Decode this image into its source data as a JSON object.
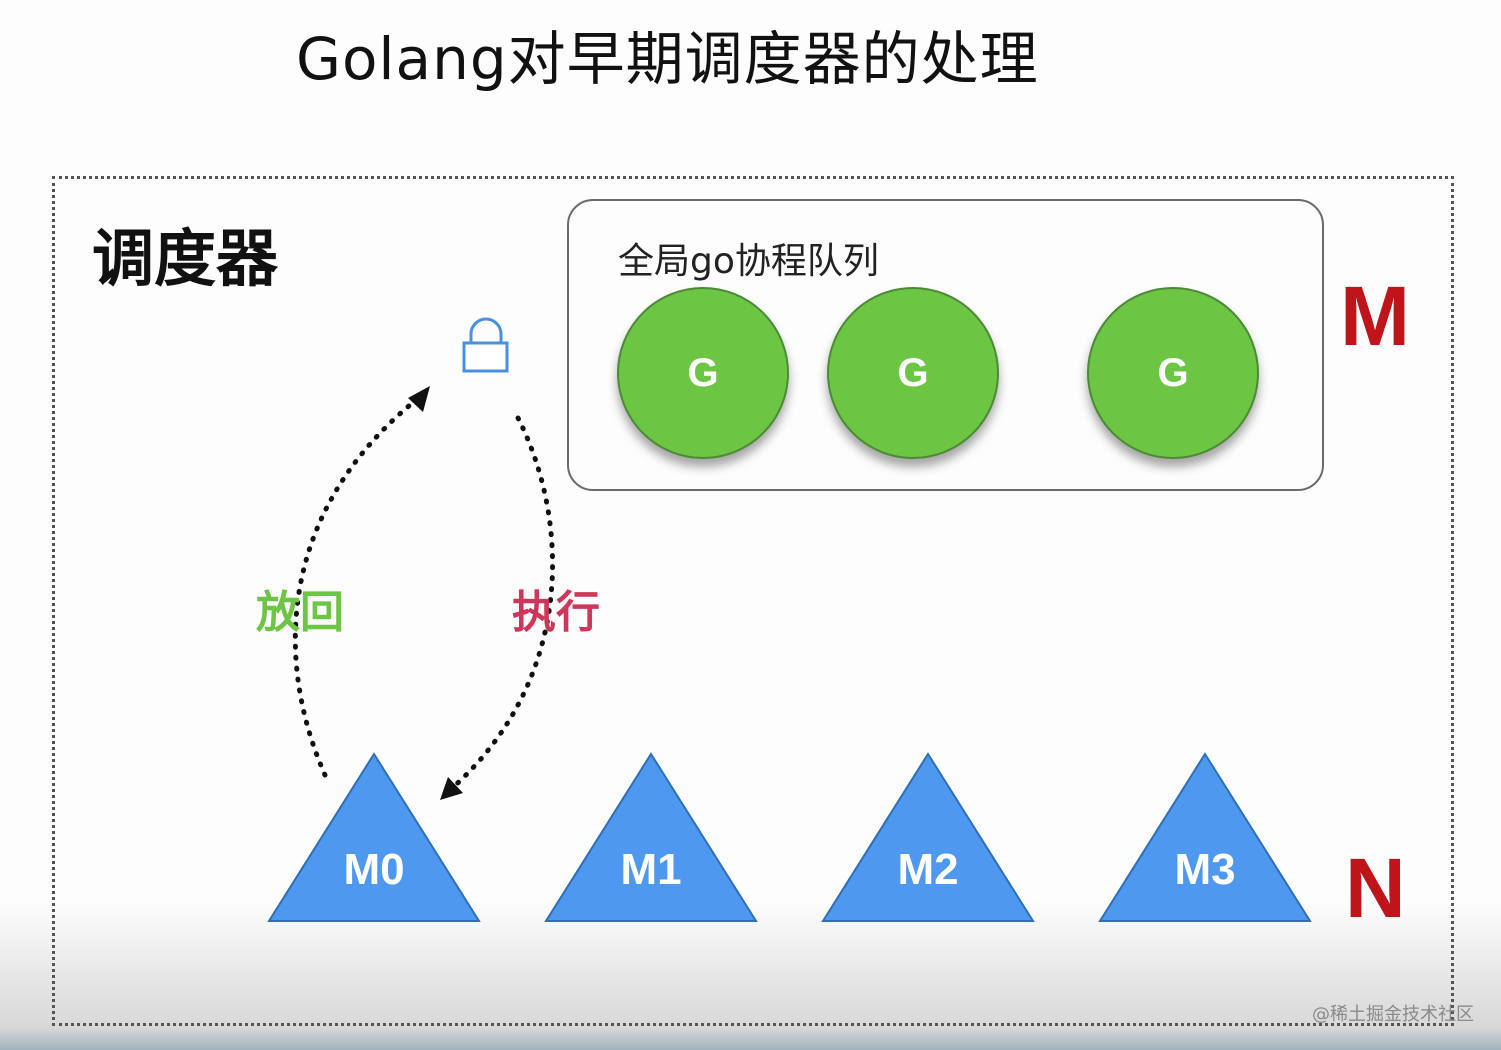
{
  "title": "Golang对早期调度器的处理",
  "scheduler": {
    "label": "调度器"
  },
  "global_queue": {
    "label": "全局go协程队列",
    "goroutines": [
      "G",
      "G",
      "G"
    ]
  },
  "side_labels": {
    "m": "M",
    "n": "N"
  },
  "arrows": {
    "put_back": "放回",
    "execute": "执行"
  },
  "lock_icon": "lock-icon",
  "threads": [
    "M0",
    "M1",
    "M2",
    "M3"
  ],
  "colors": {
    "goroutine": "#6cc644",
    "thread": "#4f98ef",
    "lock": "#4a90e2",
    "accent_red": "#c0141b",
    "put_back": "#6cc644",
    "execute": "#d0365a"
  },
  "watermark": "@稀土掘金技术社区"
}
